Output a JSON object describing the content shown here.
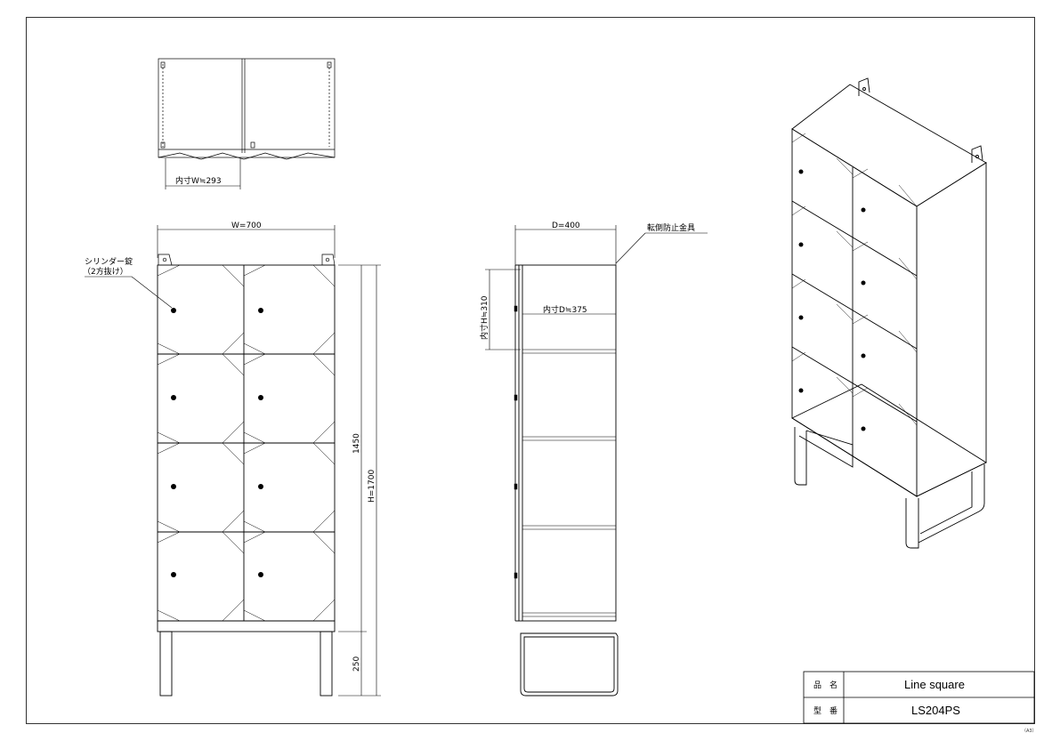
{
  "views": {
    "plan": {
      "inner_width": "内寸W≒293"
    },
    "front": {
      "width": "W=700",
      "height": "H=1700",
      "body_height": "1450",
      "leg_height": "250",
      "lock_note_line1": "シリンダー錠",
      "lock_note_line2": "（2方抜け）"
    },
    "side": {
      "depth": "D=400",
      "inner_depth": "内寸D≒375",
      "inner_height": "内寸H≒310",
      "anti_tip_bracket": "転倒防止金具"
    }
  },
  "title_block": {
    "product_name_label": "品　名",
    "product_name": "Line square",
    "model_number_label": "型　番",
    "model_number": "LS204PS"
  },
  "sheet_size": "（A3）"
}
